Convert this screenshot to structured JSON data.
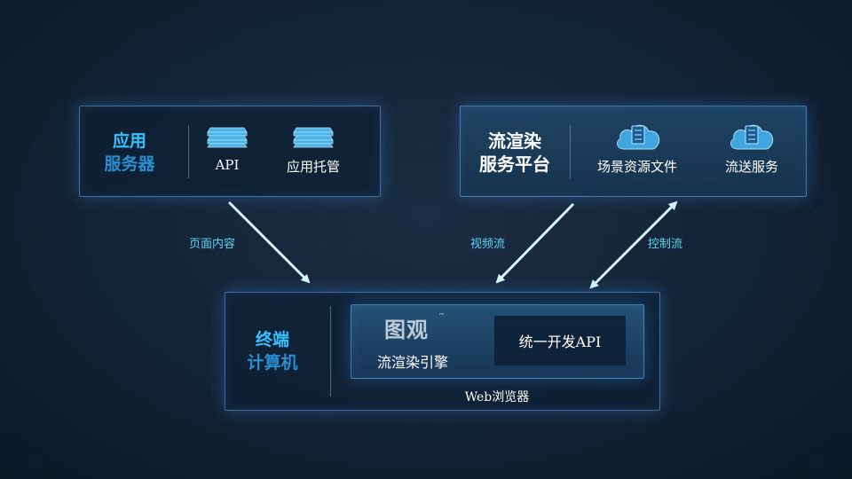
{
  "app_server": {
    "title_line1": "应用",
    "title_line2": "服务器",
    "items": [
      "API",
      "应用托管"
    ]
  },
  "stream_platform": {
    "title_line1": "流渲染",
    "title_line2": "服务平台",
    "items": [
      "场景资源文件",
      "流送服务"
    ]
  },
  "terminal": {
    "title_line1": "终端",
    "title_line2": "计算机",
    "browser_label": "Web浏览器"
  },
  "engine": {
    "logo": "图观",
    "logo_mark": "™",
    "label": "流渲染引擎",
    "api_label": "统一开发API"
  },
  "arrows": {
    "page_content": "页面内容",
    "video_stream": "视频流",
    "control_stream": "控制流"
  },
  "colors": {
    "accent_cyan": "#35c3ff",
    "arrow": "#d8f6ff",
    "arrow_label": "#5fd3f0"
  }
}
